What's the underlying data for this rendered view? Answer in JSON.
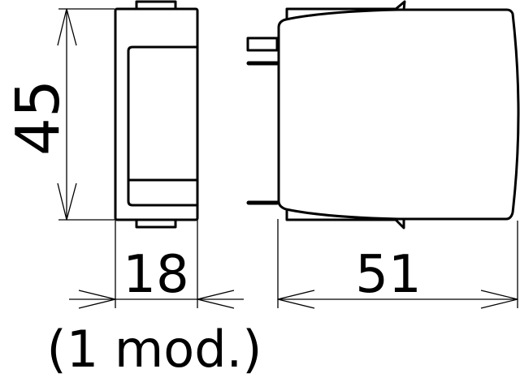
{
  "drawing": {
    "height_label": "45",
    "width_label": "18",
    "module_label": "(1 mod.)",
    "depth_label": "51",
    "line_color": "#000000",
    "background": "#ffffff"
  }
}
